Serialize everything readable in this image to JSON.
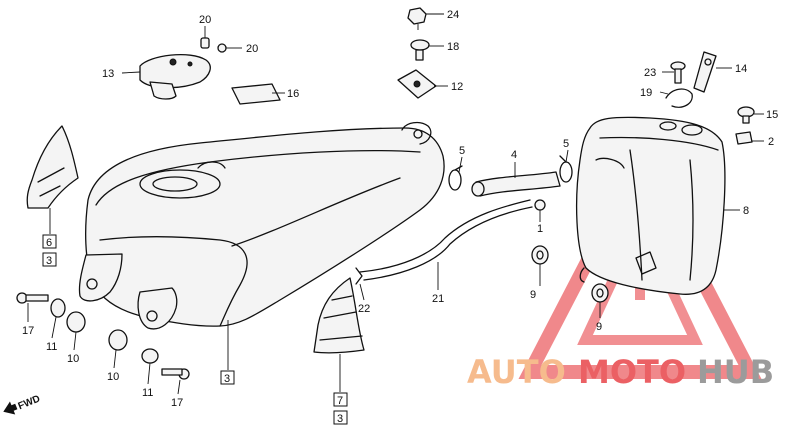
{
  "callouts": {
    "c1": "1",
    "c2": "2",
    "c3a": "3",
    "c3b": "3",
    "c3c": "3",
    "c4": "4",
    "c5a": "5",
    "c5b": "5",
    "c6": "6",
    "c7": "7",
    "c8": "8",
    "c9a": "9",
    "c9b": "9",
    "c10a": "10",
    "c10b": "10",
    "c11a": "11",
    "c11b": "11",
    "c12": "12",
    "c13": "13",
    "c14": "14",
    "c15": "15",
    "c16": "16",
    "c17a": "17",
    "c17b": "17",
    "c18": "18",
    "c19": "19",
    "c20a": "20",
    "c20b": "20",
    "c21": "21",
    "c22": "22",
    "c23": "23",
    "c24": "24"
  },
  "direction_label": "FWD",
  "watermark": {
    "auto": "AUTO",
    "moto": "MOTO",
    "hub": "HUB",
    "colors": {
      "auto": "#f5b07a",
      "moto": "#e8454a",
      "hub": "#8a8a8a",
      "triangle": "#e8454a"
    }
  }
}
